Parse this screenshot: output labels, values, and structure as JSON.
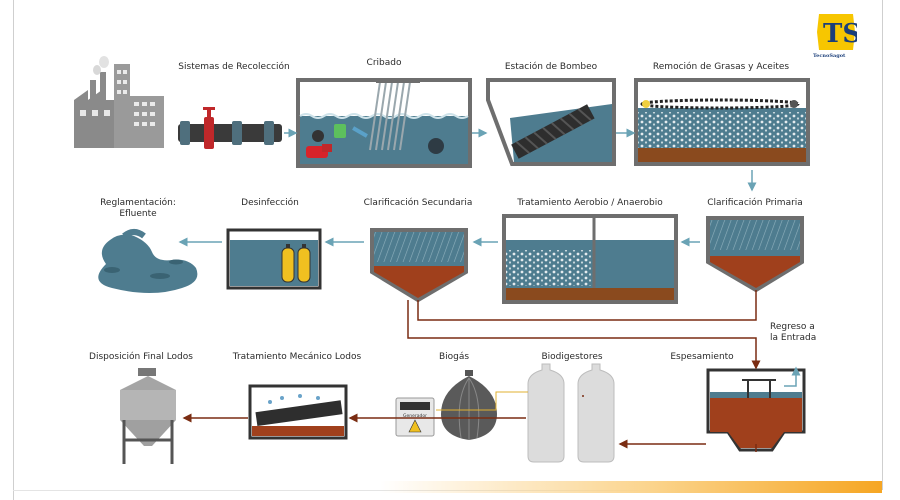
{
  "labels": {
    "collection": "Sistemas de Recolección",
    "screening": "Cribado",
    "pumping": "Estación de Bombeo",
    "grease": "Remoción de Grasas y Aceites",
    "primary": "Clarificación  Primaria",
    "aerobic": "Tratamiento Aerobio / Anaerobio",
    "secondary": "Clarificación  Secundaria",
    "disinfection": "Desinfección",
    "regulation": "Reglamentación: Efluente",
    "thickening": "Espesamiento",
    "return": "Regreso a la Entrada",
    "digesters": "Biodigestores",
    "biogas": "Biogás",
    "mechanical": "Tratamiento Mecánico Lodos",
    "disposal": "Disposición Final Lodos",
    "generator": "Generador"
  },
  "logo": {
    "letters": "TS",
    "name": "TecnoSagot"
  },
  "colors": {
    "water": "#4e7c8f",
    "tank": "#6e6e6e",
    "sludge": "#a0401c",
    "arrow": "#6aa3b5",
    "sludge_line": "#7a2c12",
    "factory": "#8a8a8a",
    "logo_yellow": "#f7c600",
    "logo_blue": "#1b3f7a"
  }
}
